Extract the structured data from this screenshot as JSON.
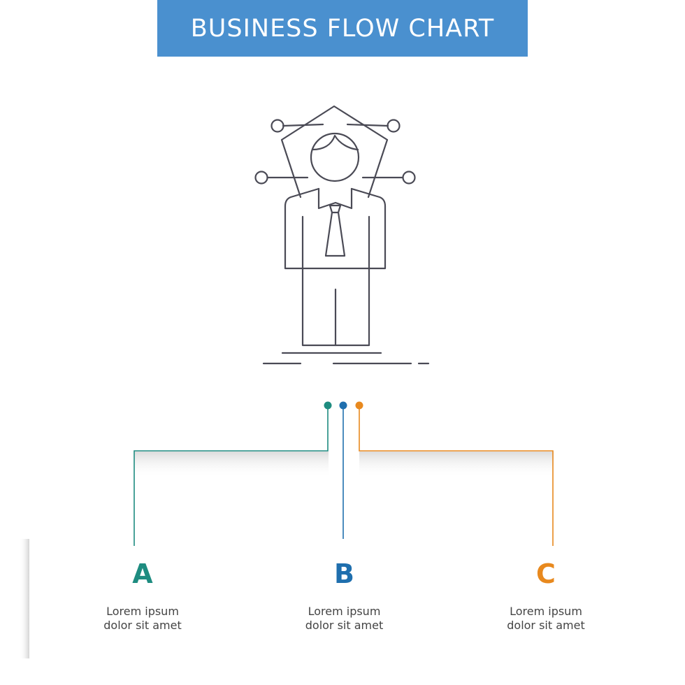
{
  "title": "BUSINESS FLOW CHART",
  "header_color": "#4a90cf",
  "icon": "businessman-network-icon",
  "branches": [
    {
      "letter": "A",
      "line1": "Lorem ipsum",
      "line2": "dolor sit amet",
      "color": "#1e8c80"
    },
    {
      "letter": "B",
      "line1": "Lorem ipsum",
      "line2": "dolor sit amet",
      "color": "#1f6fae"
    },
    {
      "letter": "C",
      "line1": "Lorem ipsum",
      "line2": "dolor sit amet",
      "color": "#e8891e"
    }
  ]
}
